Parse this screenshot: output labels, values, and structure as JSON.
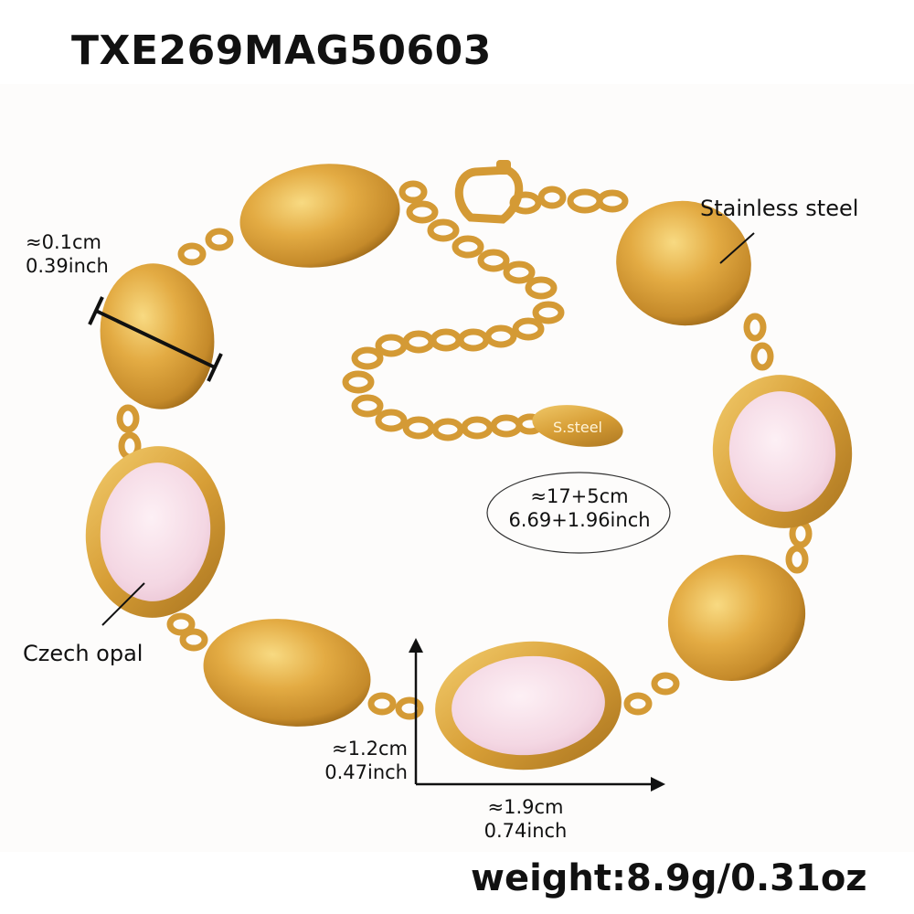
{
  "sku": "TXE269MAG50603",
  "labels": {
    "thickness_cm": "≈0.1cm",
    "thickness_in": "0.39inch",
    "material_steel": "Stainless steel",
    "material_opal": "Czech opal",
    "length_cm": "≈17+5cm",
    "length_in": "6.69+1.96inch",
    "height_cm": "≈1.2cm",
    "height_in": "0.47inch",
    "width_cm": "≈1.9cm",
    "width_in": "0.74inch",
    "tag_text": "S.steel"
  },
  "weight": "weight:8.9g/0.31oz",
  "colors": {
    "gold": "#d9a23a",
    "gold_light": "#f2cf73",
    "gold_dark": "#a9741f",
    "opal_pink": "#f6dbe6",
    "arrow": "#111111"
  }
}
